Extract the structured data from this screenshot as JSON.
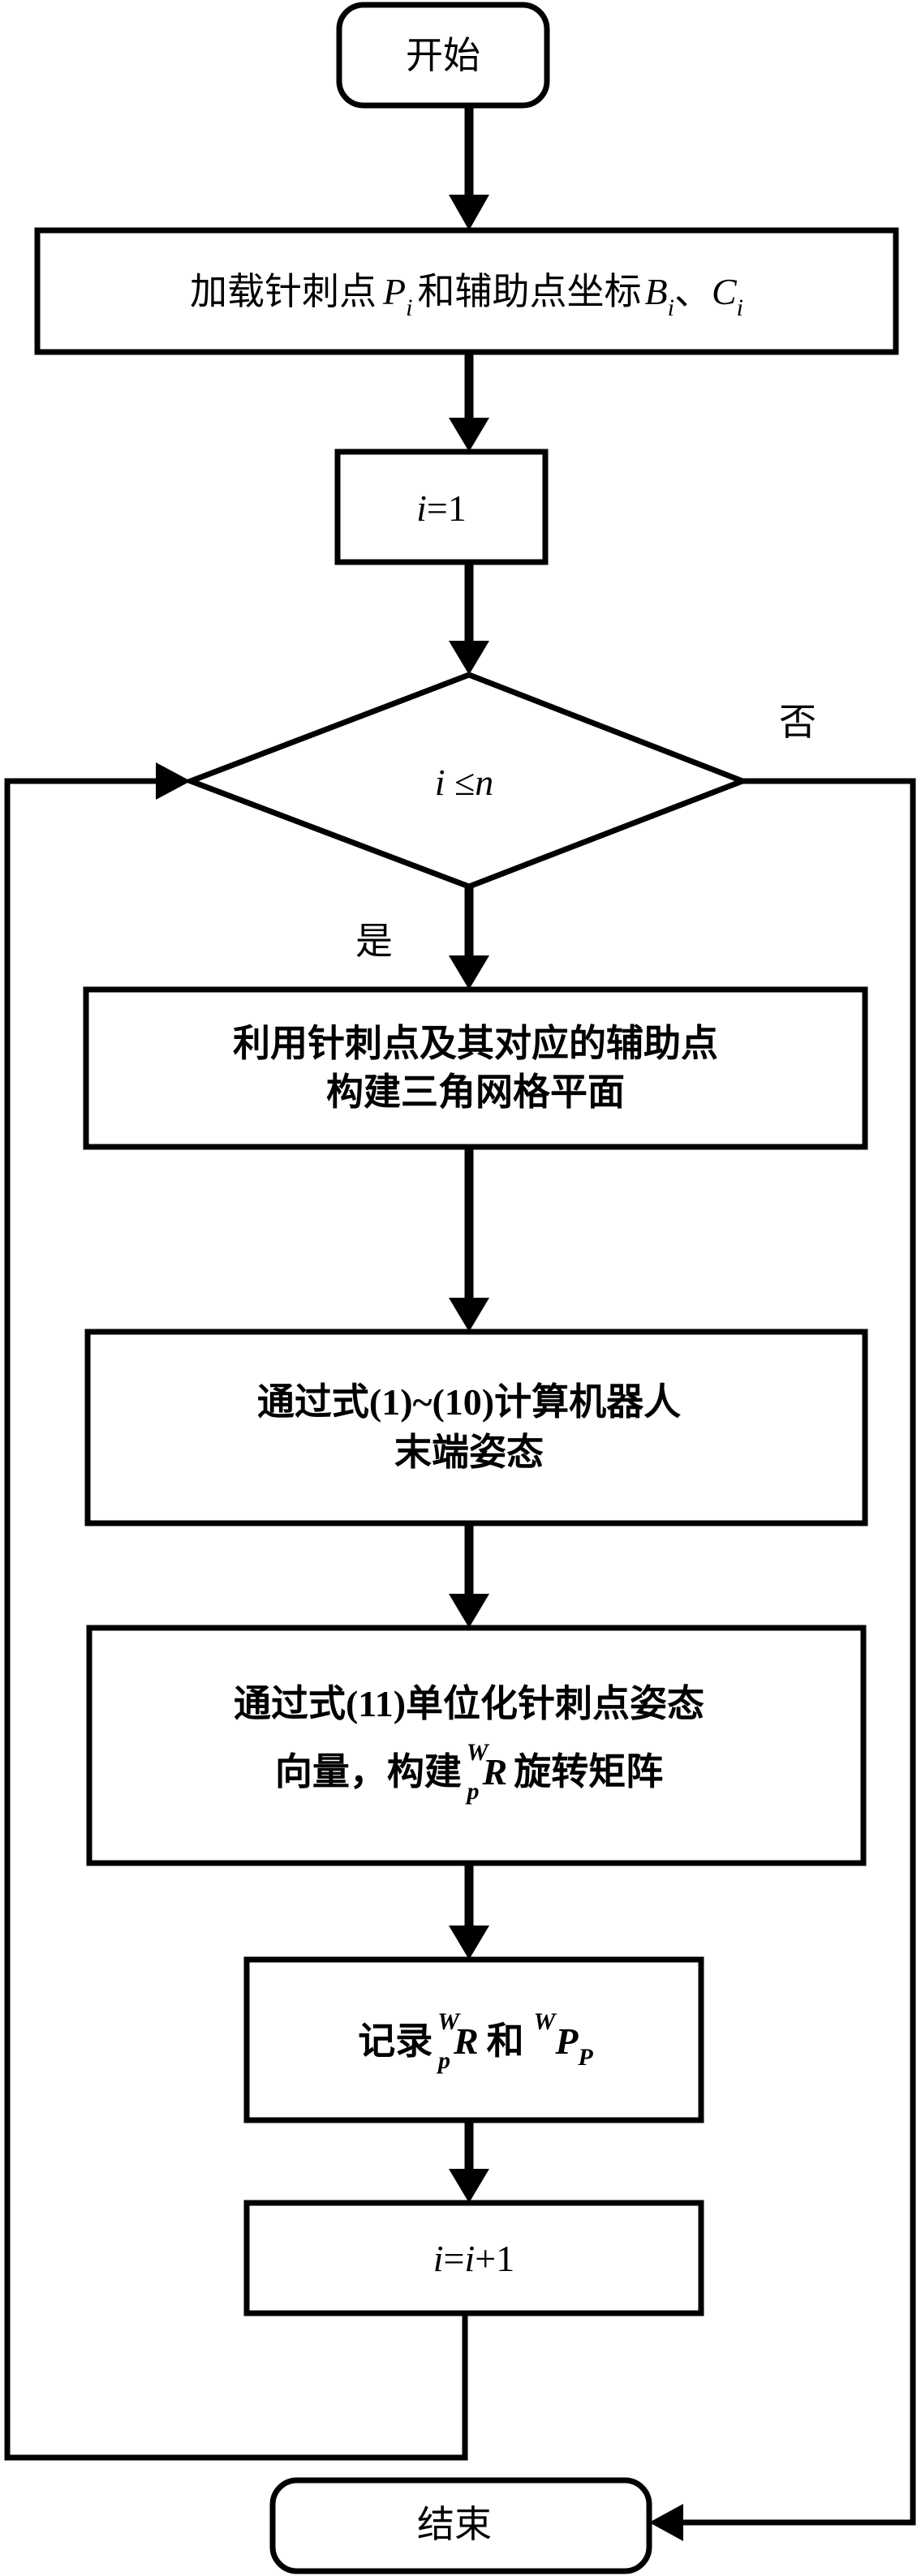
{
  "flowchart": {
    "start": "开始",
    "load": {
      "text1": "加载针刺点",
      "P": "P",
      "i1": "i",
      "text2": "和辅助点坐标",
      "B": "B",
      "i2": "i",
      "sep": "、",
      "C": "C",
      "i3": "i"
    },
    "init": {
      "i": "i",
      "rest": "=1"
    },
    "decision": {
      "i": "i",
      "op": " ≤",
      "n": "n"
    },
    "no_label": "否",
    "yes_label": "是",
    "step1": {
      "line1": "利用针刺点及其对应的辅助点",
      "line2": "构建三角网格平面"
    },
    "step2": {
      "line1": "通过式(1)~(10)计算机器人",
      "line2": "末端姿态"
    },
    "step3": {
      "line1": "通过式(11)单位化针刺点姿态",
      "line2a": "向量，构建",
      "sup": "W",
      "sub": "p",
      "R": "R",
      "line2b": "旋转矩阵"
    },
    "step4": {
      "text1": "记录",
      "sup1": "W",
      "sub1": "p",
      "R": "R",
      "and": "和",
      "sup2": "W",
      "P": "P",
      "sub2": "P"
    },
    "increment": {
      "i1": "i",
      "eq": "=",
      "i2": "i",
      "rest": "+1"
    },
    "end": "结束"
  }
}
